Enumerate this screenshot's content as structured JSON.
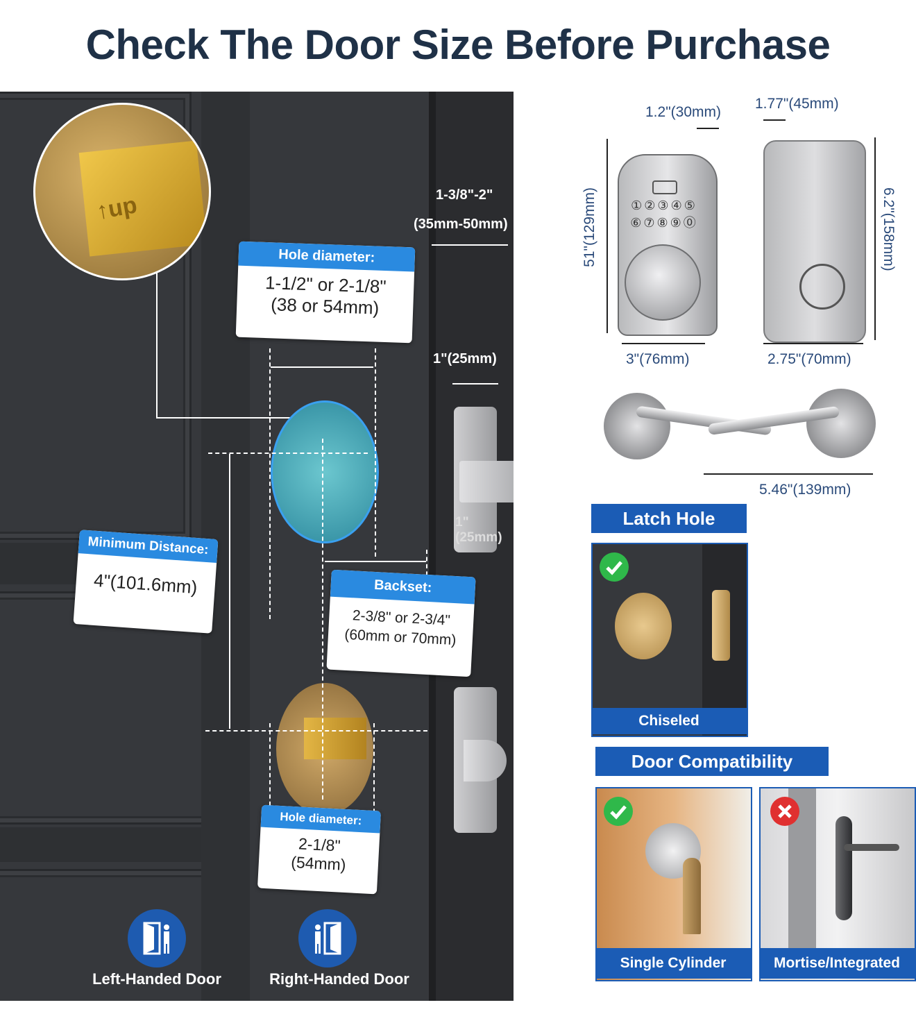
{
  "title": "Check The Door Size Before Purchase",
  "door": {
    "edge_thickness": {
      "inches": "1-3/8\"-2\"",
      "mm": "(35mm-50mm)"
    },
    "latch_plate_width": "1\"(25mm)",
    "latch_depth": "1\"(25mm)",
    "hole_diameter_top": {
      "heading": "Hole diameter:",
      "line1": "1-1/2\" or 2-1/8\"",
      "line2": "(38 or 54mm)"
    },
    "minimum_distance": {
      "heading": "Minimum Distance:",
      "value": "4\"(101.6mm)"
    },
    "backset": {
      "heading": "Backset:",
      "line1": "2-3/8\" or 2-3/4\"",
      "line2": "(60mm or 70mm)"
    },
    "hole_diameter_bottom": {
      "heading": "Hole diameter:",
      "line1": "2-1/8\"",
      "line2": "(54mm)"
    },
    "latch_marking": "↑up",
    "door_types": [
      {
        "label": "Left-Handed Door",
        "icon": "left-handed-door-icon"
      },
      {
        "label": "Right-Handed Door",
        "icon": "right-handed-door-icon"
      }
    ]
  },
  "product_dims": {
    "front_thickness": "1.2\"(30mm)",
    "back_thickness": "1.77\"(45mm)",
    "front_height": "51\"(129mm)",
    "back_height": "6.2\"(158mm)",
    "front_width": "3\"(76mm)",
    "back_width": "2.75\"(70mm)",
    "lever_span": "5.46\"(139mm)"
  },
  "latch_hole": {
    "title": "Latch Hole",
    "caption": "Chiseled"
  },
  "compatibility": {
    "title": "Door Compatibility",
    "items": [
      {
        "caption": "Single Cylinder",
        "status": "check"
      },
      {
        "caption": "Mortise/Integrated",
        "status": "cross"
      }
    ]
  },
  "colors": {
    "accent_blue": "#1b5cb5",
    "label_blue": "#2a8ae0",
    "title": "#1f3147",
    "check": "#2fb84a",
    "cross": "#e03030"
  }
}
